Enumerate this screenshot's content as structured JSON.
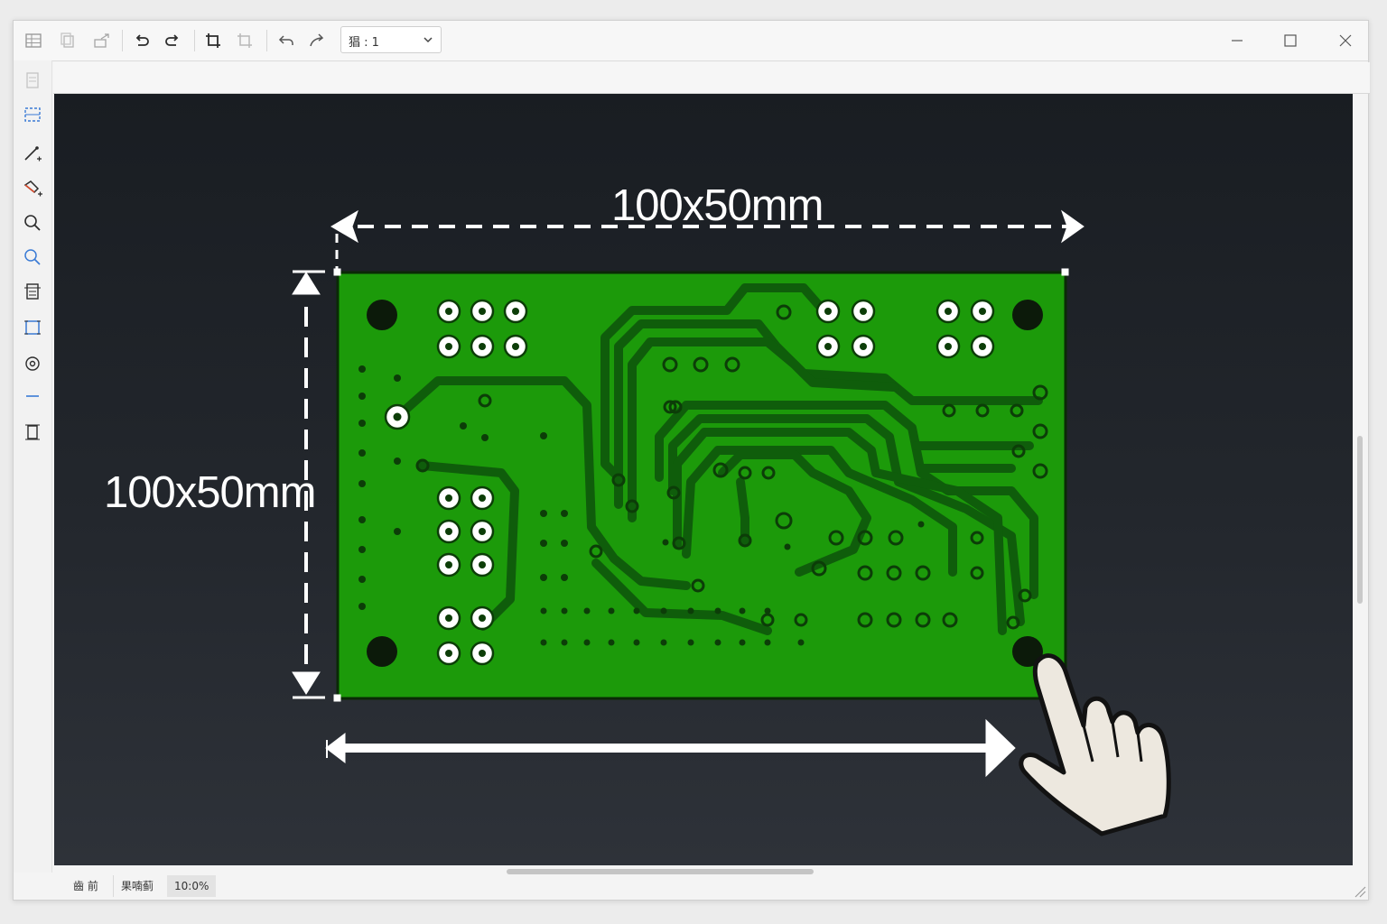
{
  "toolbar": {
    "zoom_select_value": "猖 : 1"
  },
  "canvas": {
    "dimension_top_label": "100x50mm",
    "dimension_left_label": "100x50mm"
  },
  "statusbar": {
    "item1_label": "齒 前",
    "item2_label": "果喃蓟",
    "zoom_label": "10:0%"
  },
  "colors": {
    "board_green": "#1c9a0a",
    "trace_dark_green": "#0f5d0b",
    "canvas_dark": "#1f2328",
    "toolbar_icon": "#2c2c2c",
    "accent_blue": "#3a7bd5"
  },
  "icons": {
    "toolbar": [
      "table-icon",
      "copy-icon",
      "export-icon",
      "undo-icon",
      "redo-icon",
      "crop-icon",
      "crop-disabled-icon",
      "undo-arrow-icon",
      "redo-arrow-icon"
    ],
    "left": [
      "page-icon",
      "select-frame-icon",
      "line-tool-icon",
      "pen-tool-icon",
      "zoom-in-icon",
      "zoom-out-icon",
      "layers-icon",
      "frame-icon",
      "target-icon",
      "minus-icon",
      "fit-icon"
    ],
    "window": [
      "minimize-icon",
      "maximize-icon",
      "close-icon"
    ],
    "pointer": "hand-pointer-icon"
  }
}
